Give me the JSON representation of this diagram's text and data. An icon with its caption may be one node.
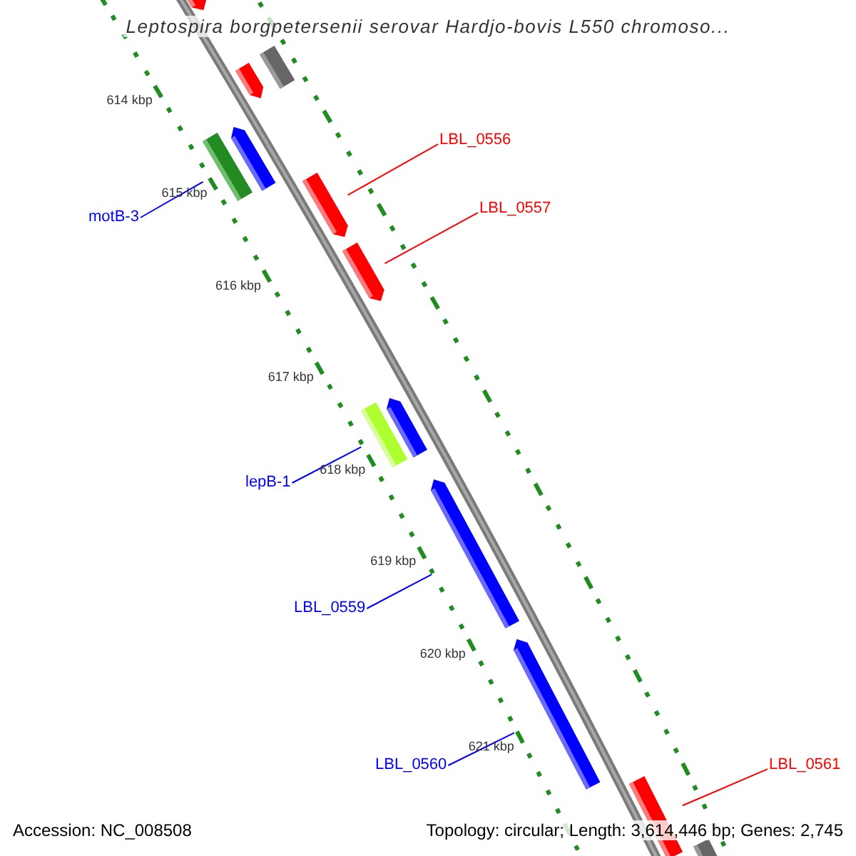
{
  "diagram": {
    "title": "Leptospira borgpetersenii serovar Hardjo-bovis L550 chromoso...",
    "nodes": [
      {
        "text": [
          "LBL_0556"
        ]
      },
      {
        "text": [
          "LBL_0557"
        ]
      },
      {
        "text": [
          "motB-3"
        ]
      },
      {
        "text": [
          "lepB-1"
        ]
      },
      {
        "text": [
          "LBL_0559"
        ]
      },
      {
        "text": [
          "LBL_0560"
        ]
      },
      {
        "text": [
          "LBL_0561"
        ]
      },
      {
        "text": [],
        "shape": "bar"
      },
      {
        "text": [],
        "shape": "bar"
      },
      {
        "text": [],
        "shape": "bar"
      },
      {
        "text": [],
        "shape": "bar"
      },
      {
        "text": [],
        "shape": "bar"
      },
      {
        "text": [],
        "shape": "bar"
      },
      {
        "text": [],
        "shape": "bar"
      },
      {
        "text": [],
        "shape": "bar"
      },
      {
        "text": [],
        "shape": "bar"
      },
      {
        "text": [],
        "shape": "bar"
      },
      {
        "text": [],
        "shape": "bar"
      },
      {
        "text": [],
        "shape": "bar"
      },
      {
        "text": [],
        "shape": "bar"
      }
    ],
    "edges": [
      {
        "from": 0,
        "to": 12,
        "arrow": "none",
        "color": "#ff0000"
      },
      {
        "from": 1,
        "to": 13,
        "arrow": "none",
        "color": "#ff0000"
      },
      {
        "from": 2,
        "to": 10,
        "arrow": "none"
      },
      {
        "from": 3,
        "to": 14,
        "arrow": "none"
      },
      {
        "from": 4,
        "to": 16,
        "arrow": "none"
      },
      {
        "from": 5,
        "to": 17,
        "arrow": "none"
      },
      {
        "from": 6,
        "to": 18,
        "arrow": "none",
        "color": "#ff0000"
      }
    ],
    "labels": [
      "614 kbp",
      "615 kbp",
      "616 kbp",
      "617 kbp",
      "618 kbp",
      "619 kbp",
      "620 kbp",
      "621 kbp",
      "Accession: NC_008508",
      "Topology: circular; Length: 3,614,446 bp; Genes: 2,745"
    ]
  }
}
